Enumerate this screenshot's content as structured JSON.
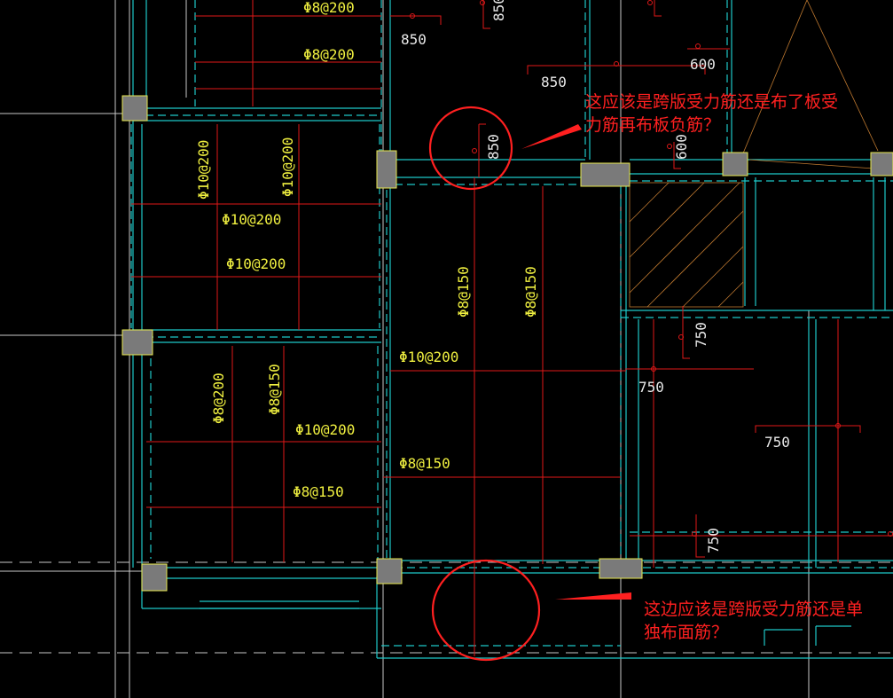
{
  "labels": {
    "phi8_200": "Φ8@200",
    "phi10_200": "Φ10@200",
    "phi8_150": "Φ8@150",
    "d850": "850",
    "d600": "600",
    "d750": "750"
  },
  "notes": {
    "top": "这应该是跨版受力筋还是布了板受\n力筋再布板负筋？",
    "bottom": "这边应该是跨版受力筋还是单\n独布面筋？"
  },
  "colors": {
    "beam": "#1ec8c8",
    "rebar": "#e01818",
    "label": "#f0f040",
    "column": "#7a7a7a",
    "annotation": "#ff2020"
  }
}
